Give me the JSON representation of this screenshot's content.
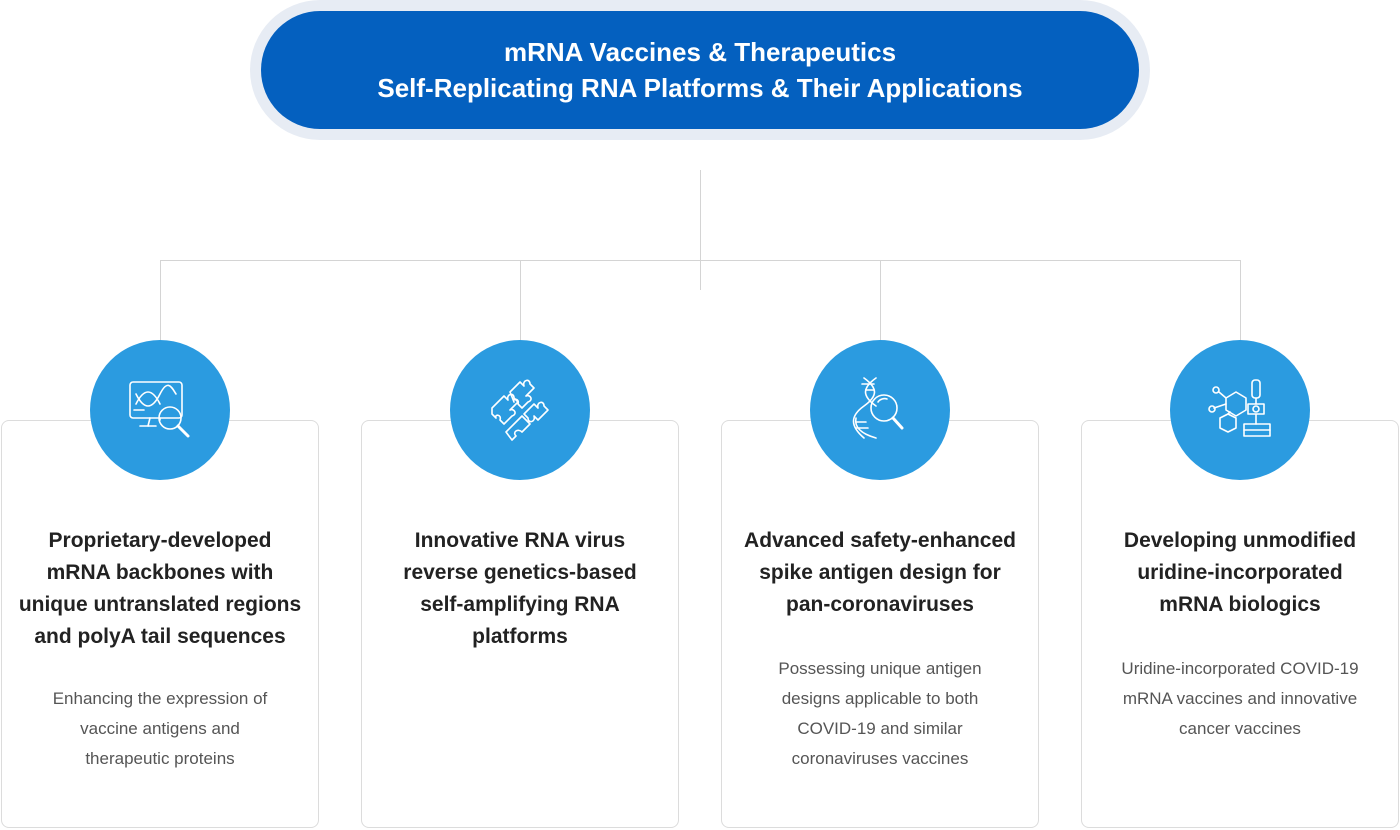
{
  "header": {
    "line1": "mRNA Vaccines & Therapeutics",
    "line2": "Self-Replicating RNA Platforms & Their Applications"
  },
  "colors": {
    "header_blue": "#0460bf",
    "header_ring": "#e7ecf4",
    "icon_circle": "#2b9be0",
    "connector": "#d4d4d4"
  },
  "cards": [
    {
      "icon": "monitor-dna-search-icon",
      "title_lines": [
        "Proprietary-developed",
        "mRNA backbones with",
        "unique untranslated regions",
        "and polyA tail sequences"
      ],
      "desc_lines": [
        "Enhancing the expression of",
        "vaccine antigens and",
        "therapeutic proteins"
      ]
    },
    {
      "icon": "puzzle-icon",
      "title_lines": [
        "Innovative RNA virus",
        "reverse genetics-based",
        "self-amplifying RNA",
        "platforms"
      ],
      "desc_lines": []
    },
    {
      "icon": "dna-magnifier-icon",
      "title_lines": [
        "Advanced safety-enhanced",
        "spike antigen design for",
        "pan-coronaviruses"
      ],
      "desc_lines": [
        "Possessing unique antigen",
        "designs applicable to both",
        "COVID-19 and similar",
        "coronaviruses vaccines"
      ]
    },
    {
      "icon": "molecule-microscope-icon",
      "title_lines": [
        "Developing unmodified",
        "uridine-incorporated",
        "mRNA biologics"
      ],
      "desc_lines": [
        "Uridine-incorporated COVID-19",
        "mRNA vaccines and innovative",
        "cancer vaccines"
      ]
    }
  ]
}
